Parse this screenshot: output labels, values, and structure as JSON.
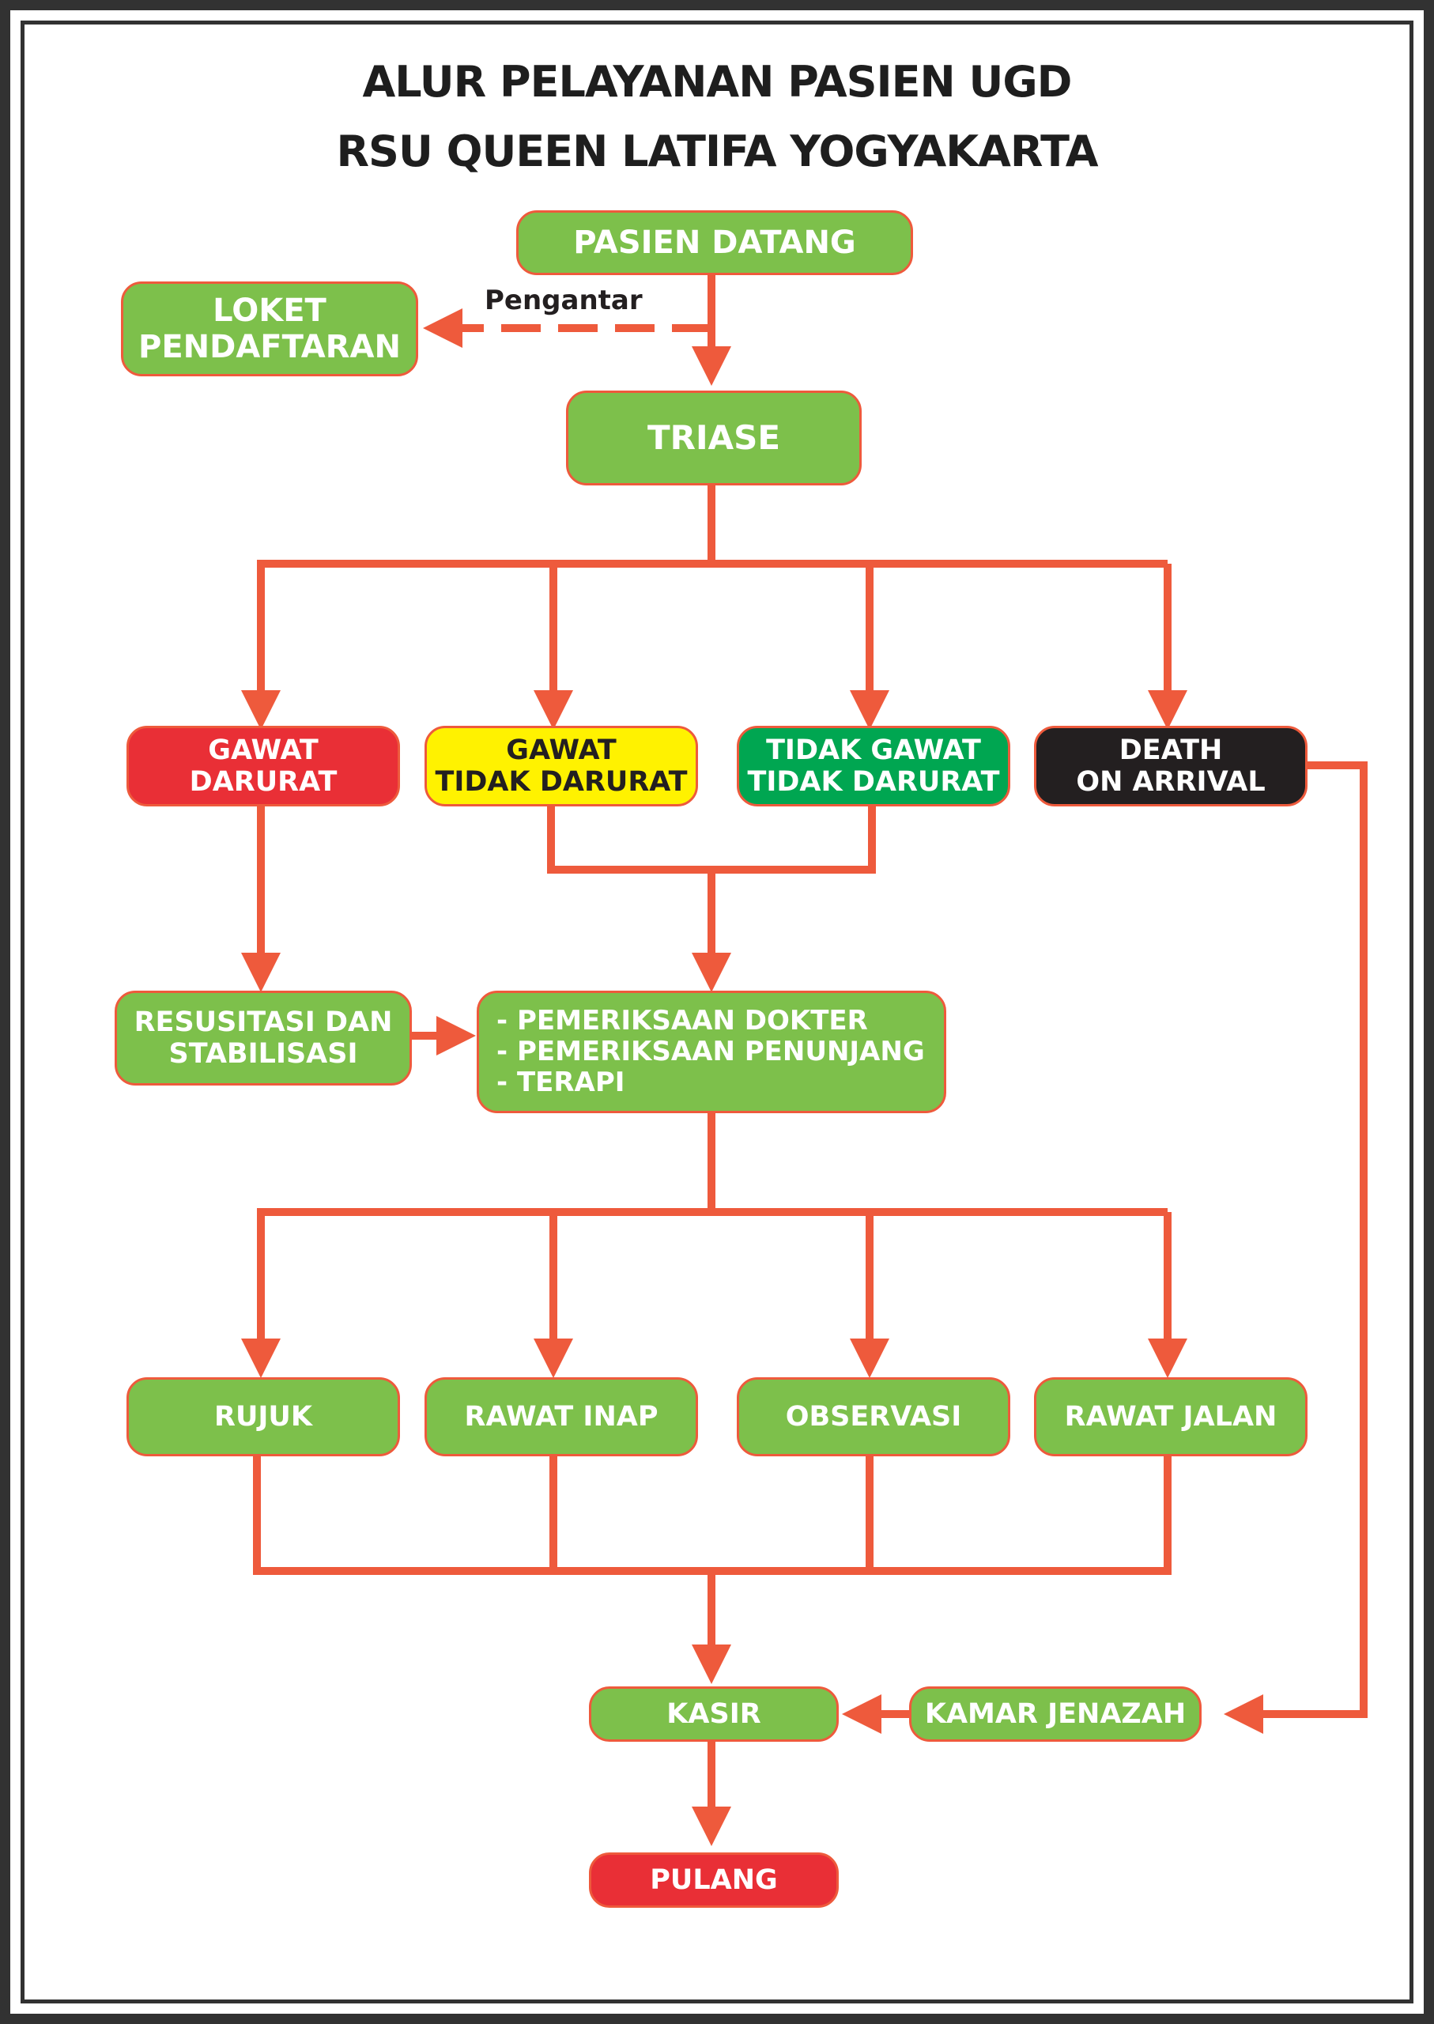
{
  "title": {
    "line1": "ALUR PELAYANAN PASIEN UGD",
    "line2": "RSU QUEEN LATIFA YOGYAKARTA"
  },
  "nodes": {
    "pasien_datang": "PASIEN DATANG",
    "loket_pendaftaran": "LOKET\nPENDAFTARAN",
    "triase": "TRIASE",
    "gawat_darurat": "GAWAT\nDARURAT",
    "gawat_tidak_darurat": "GAWAT\nTIDAK DARURAT",
    "tidak_gawat_tidak_darurat": "TIDAK GAWAT\nTIDAK DARURAT",
    "death_on_arrival": "DEATH\nON ARRIVAL",
    "resusitasi_stabilisasi": "RESUSITASI  DAN\nSTABILISASI",
    "pemeriksaan": "- PEMERIKSAAN DOKTER\n- PEMERIKSAAN PENUNJANG\n- TERAPI",
    "rujuk": "RUJUK",
    "rawat_inap": "RAWAT INAP",
    "observasi": "OBSERVASI",
    "rawat_jalan": "RAWAT JALAN",
    "kasir": "KASIR",
    "kamar_jenazah": "KAMAR JENAZAH",
    "pulang": "PULANG"
  },
  "edge_labels": {
    "pengantar": "Pengantar"
  },
  "colors": {
    "connector": "#ee5a3c",
    "node_green": "#7dc04b",
    "node_red": "#e92f36",
    "node_yellow": "#fff200",
    "node_dark_green": "#00a651",
    "node_black": "#231f20",
    "frame": "#323232"
  }
}
